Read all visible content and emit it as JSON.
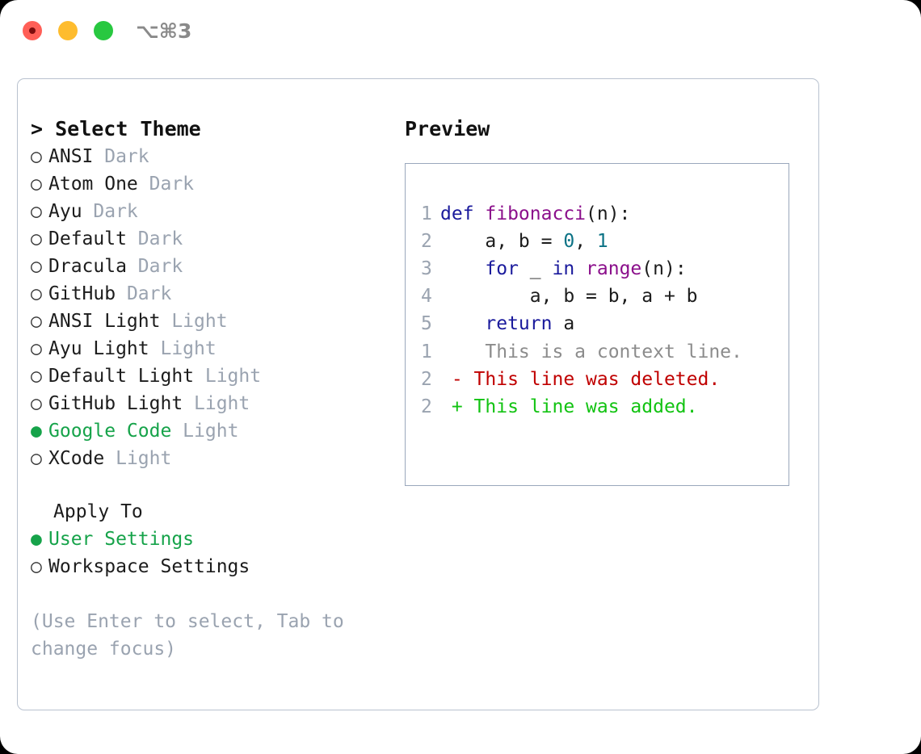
{
  "titlebar": {
    "shortcut": "⌥⌘3",
    "buttons": [
      {
        "name": "close",
        "color": "#ff5f57"
      },
      {
        "name": "minimize",
        "color": "#febc2e"
      },
      {
        "name": "maximize",
        "color": "#28c840"
      }
    ]
  },
  "theme_picker": {
    "header": "> Select Theme",
    "selected_theme": "Google Code",
    "options": [
      {
        "marker": "○",
        "label": "ANSI",
        "category": "Dark",
        "selected": false
      },
      {
        "marker": "○",
        "label": "Atom One",
        "category": "Dark",
        "selected": false
      },
      {
        "marker": "○",
        "label": "Ayu",
        "category": "Dark",
        "selected": false
      },
      {
        "marker": "○",
        "label": "Default",
        "category": "Dark",
        "selected": false
      },
      {
        "marker": "○",
        "label": "Dracula",
        "category": "Dark",
        "selected": false
      },
      {
        "marker": "○",
        "label": "GitHub",
        "category": "Dark",
        "selected": false
      },
      {
        "marker": "○",
        "label": "ANSI Light",
        "category": "Light",
        "selected": false
      },
      {
        "marker": "○",
        "label": "Ayu Light",
        "category": "Light",
        "selected": false
      },
      {
        "marker": "○",
        "label": "Default Light",
        "category": "Light",
        "selected": false
      },
      {
        "marker": "○",
        "label": "GitHub Light",
        "category": "Light",
        "selected": false
      },
      {
        "marker": "●",
        "label": "Google Code",
        "category": "Light",
        "selected": true
      },
      {
        "marker": "○",
        "label": "XCode",
        "category": "Light",
        "selected": false
      }
    ]
  },
  "apply_to": {
    "header": "Apply To",
    "selected": "User Settings",
    "options": [
      {
        "marker": "●",
        "label": "User Settings",
        "selected": true
      },
      {
        "marker": "○",
        "label": "Workspace Settings",
        "selected": false
      }
    ]
  },
  "hint": "(Use Enter to select, Tab to change focus)",
  "preview": {
    "title": "Preview",
    "code_lines": [
      {
        "num": "1",
        "tokens": [
          {
            "t": "def ",
            "c": "kw"
          },
          {
            "t": "fibonacci",
            "c": "fn"
          },
          {
            "t": "(n):",
            "c": "txt"
          }
        ]
      },
      {
        "num": "2",
        "tokens": [
          {
            "t": "    a, b = ",
            "c": "txt"
          },
          {
            "t": "0",
            "c": "num"
          },
          {
            "t": ", ",
            "c": "txt"
          },
          {
            "t": "1",
            "c": "num"
          }
        ]
      },
      {
        "num": "3",
        "tokens": [
          {
            "t": "    ",
            "c": "txt"
          },
          {
            "t": "for",
            "c": "kw"
          },
          {
            "t": " _ ",
            "c": "txt"
          },
          {
            "t": "in",
            "c": "kw"
          },
          {
            "t": " ",
            "c": "txt"
          },
          {
            "t": "range",
            "c": "fn"
          },
          {
            "t": "(n):",
            "c": "txt"
          }
        ]
      },
      {
        "num": "4",
        "tokens": [
          {
            "t": "        a, b = b, a + b",
            "c": "txt"
          }
        ]
      },
      {
        "num": "5",
        "tokens": [
          {
            "t": "    ",
            "c": "txt"
          },
          {
            "t": "return",
            "c": "kw"
          },
          {
            "t": " a",
            "c": "txt"
          }
        ]
      }
    ],
    "diff_lines": [
      {
        "num": "1",
        "sign": " ",
        "text": "  This is a context line.",
        "kind": "ctx"
      },
      {
        "num": "2",
        "sign": "-",
        "text": " This line was deleted.",
        "kind": "del"
      },
      {
        "num": "2",
        "sign": "+",
        "text": " This line was added.",
        "kind": "add"
      }
    ]
  },
  "colors": {
    "accent_green": "#16a34a",
    "muted_gray": "#9aa3b0",
    "keyword_blue": "#1a1a9c",
    "function_magenta": "#8b0f8b",
    "number_teal": "#0b7285",
    "diff_deleted": "#c00000",
    "diff_added": "#12c312",
    "panel_border": "#b9c2cf",
    "preview_border": "#9aa8bc"
  }
}
